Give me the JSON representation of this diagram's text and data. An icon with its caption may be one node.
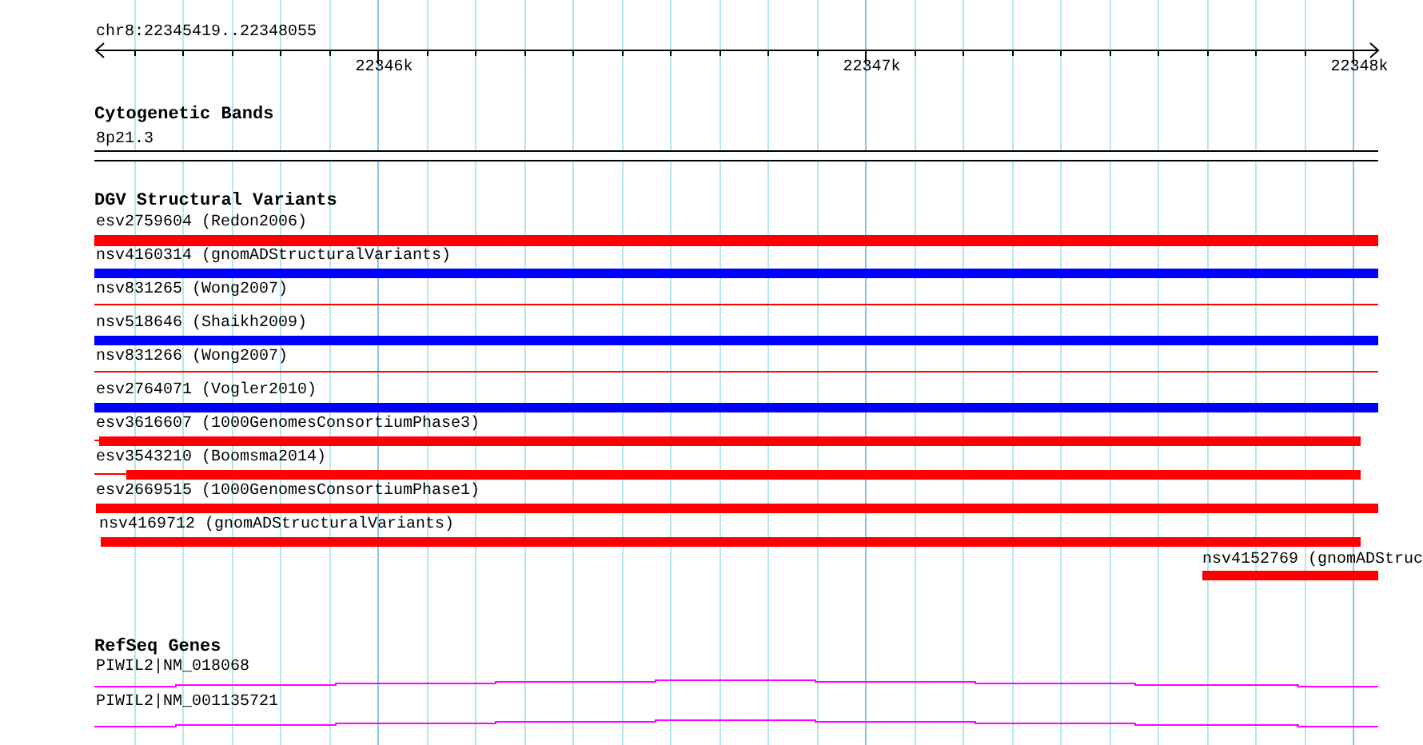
{
  "diagram": {
    "nodes": [
      {
        "text": [
          "8p21.3"
        ]
      },
      {
        "text": [
          "esv2759604 (Redon2006)"
        ]
      },
      {
        "text": [
          "nsv4160314 (gnomADStructuralVariants)"
        ]
      },
      {
        "text": [
          "nsv831265 (Wong2007)"
        ]
      },
      {
        "text": [
          "nsv518646 (Shaikh2009)"
        ]
      },
      {
        "text": [
          "nsv831266 (Wong2007)"
        ]
      },
      {
        "text": [
          "esv2764071 (Vogler2010)"
        ]
      },
      {
        "text": [
          "esv3616607 (1000GenomesConsortiumPhase3)"
        ]
      },
      {
        "text": [
          "esv3543210 (Boomsma2014)"
        ]
      },
      {
        "text": [
          "esv2669515 (1000GenomesConsortiumPhase1)"
        ]
      },
      {
        "text": [
          "nsv4169712 (gnomADStructuralVariants)"
        ]
      },
      {
        "text": [
          "nsv4152769 (gnomADStruc"
        ]
      },
      {
        "text": [
          "PIWIL2|NM_018068"
        ]
      },
      {
        "text": [
          "PIWIL2|NM_001135721"
        ]
      }
    ],
    "labels": [
      "chr8:22345419..22348055",
      "22346k",
      "22347k",
      "22348k",
      "Cytogenetic Bands",
      "DGV Structural Variants",
      "RefSeq Genes"
    ]
  }
}
